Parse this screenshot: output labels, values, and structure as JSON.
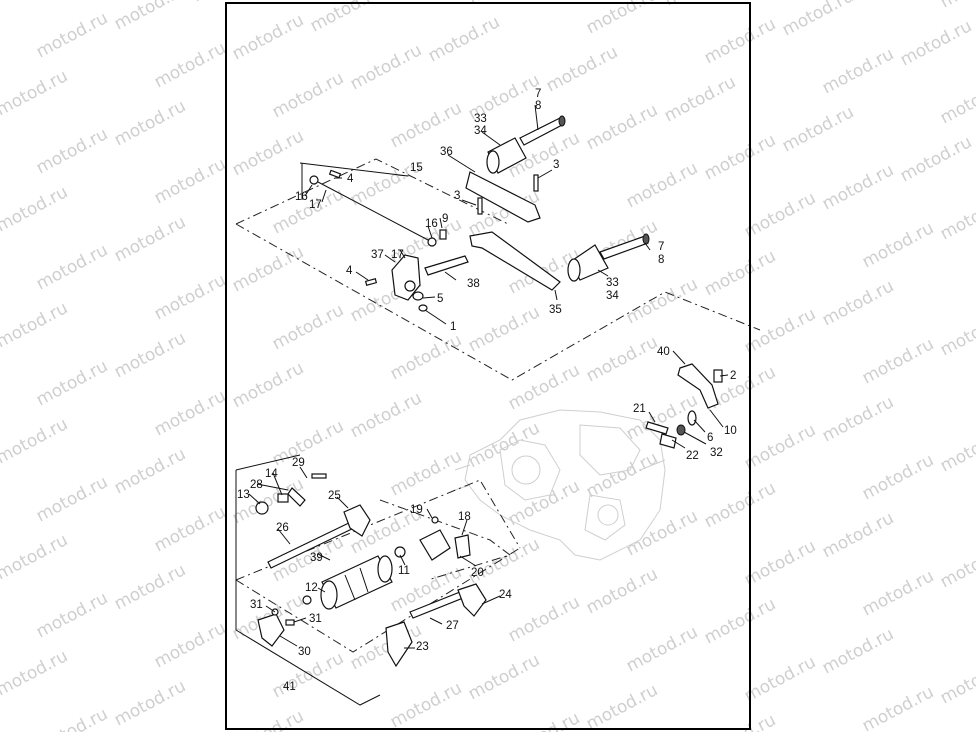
{
  "watermark": {
    "text": "motod.ru",
    "color": "#cfcfcf"
  },
  "diagram": {
    "callouts": [
      {
        "id": "c1",
        "text": "1"
      },
      {
        "id": "c2",
        "text": "2"
      },
      {
        "id": "c3a",
        "text": "3"
      },
      {
        "id": "c3b",
        "text": "3"
      },
      {
        "id": "c4a",
        "text": "4"
      },
      {
        "id": "c4b",
        "text": "4"
      },
      {
        "id": "c5",
        "text": "5"
      },
      {
        "id": "c6",
        "text": "6"
      },
      {
        "id": "c7a",
        "text": "7"
      },
      {
        "id": "c8a",
        "text": "8"
      },
      {
        "id": "c7b",
        "text": "7"
      },
      {
        "id": "c8b",
        "text": "8"
      },
      {
        "id": "c9",
        "text": "9"
      },
      {
        "id": "c10",
        "text": "10"
      },
      {
        "id": "c11",
        "text": "11"
      },
      {
        "id": "c12",
        "text": "12"
      },
      {
        "id": "c13",
        "text": "13"
      },
      {
        "id": "c14",
        "text": "14"
      },
      {
        "id": "c15",
        "text": "15"
      },
      {
        "id": "c16a",
        "text": "16"
      },
      {
        "id": "c17a",
        "text": "17"
      },
      {
        "id": "c16b",
        "text": "16"
      },
      {
        "id": "c17b",
        "text": "17"
      },
      {
        "id": "c18",
        "text": "18"
      },
      {
        "id": "c19",
        "text": "19"
      },
      {
        "id": "c20",
        "text": "20"
      },
      {
        "id": "c21",
        "text": "21"
      },
      {
        "id": "c22",
        "text": "22"
      },
      {
        "id": "c23",
        "text": "23"
      },
      {
        "id": "c24",
        "text": "24"
      },
      {
        "id": "c25",
        "text": "25"
      },
      {
        "id": "c26",
        "text": "26"
      },
      {
        "id": "c27",
        "text": "27"
      },
      {
        "id": "c28",
        "text": "28"
      },
      {
        "id": "c29",
        "text": "29"
      },
      {
        "id": "c30",
        "text": "30"
      },
      {
        "id": "c31a",
        "text": "31"
      },
      {
        "id": "c31b",
        "text": "31"
      },
      {
        "id": "c32",
        "text": "32"
      },
      {
        "id": "c33a",
        "text": "33"
      },
      {
        "id": "c34a",
        "text": "34"
      },
      {
        "id": "c33b",
        "text": "33"
      },
      {
        "id": "c34b",
        "text": "34"
      },
      {
        "id": "c35",
        "text": "35"
      },
      {
        "id": "c36",
        "text": "36"
      },
      {
        "id": "c37",
        "text": "37"
      },
      {
        "id": "c38",
        "text": "38"
      },
      {
        "id": "c39",
        "text": "39"
      },
      {
        "id": "c40",
        "text": "40"
      },
      {
        "id": "c41",
        "text": "41"
      }
    ]
  }
}
